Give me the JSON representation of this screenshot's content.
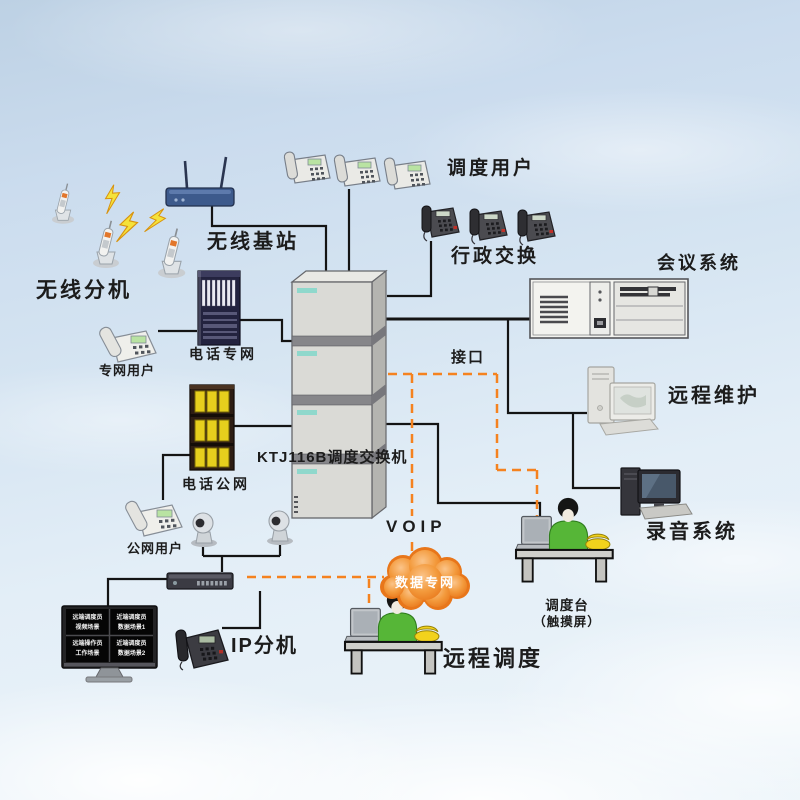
{
  "scene": {
    "type": "telecom dispatch system topology diagram",
    "background": "sky with clouds"
  },
  "labels": {
    "wireless_extension": "无线分机",
    "wireless_base_station": "无线基站",
    "dispatch_users": "调度用户",
    "admin_exchange": "行政交换",
    "conference_system": "会议系统",
    "phone_private_network": "电话专网",
    "private_network_user": "专网用户",
    "phone_public_network": "电话公网",
    "public_network_user": "公网用户",
    "main_switch": "KTJ116B调度交换机",
    "interface": "接口",
    "remote_maintenance": "远程维护",
    "recording_system": "录音系统",
    "voip": "VOIP",
    "data_private_network": "数据专网",
    "dispatch_console_line1": "调度台",
    "dispatch_console_line2": "（触摸屏）",
    "remote_dispatch": "远程调度",
    "ip_extension": "IP分机"
  },
  "monitor_screens": [
    {
      "line1": "远端调度员",
      "line2": "视频场景"
    },
    {
      "line1": "近端调度员",
      "line2": "数据场景1"
    },
    {
      "line1": "远端操作员",
      "line2": "工作场景"
    },
    {
      "line1": "近端调度员",
      "line2": "数据场景2"
    }
  ],
  "icons": [
    "wireless-router-icon",
    "cordless-phone-icon",
    "lightning-bolt-icon",
    "desk-phone-icon",
    "admin-phone-icon",
    "conference-unit-icon",
    "dispatch-switch-cabinet-icon",
    "telecom-rack-icon",
    "pstn-gateway-icon",
    "analog-phone-icon",
    "ptz-camera-icon",
    "lan-switch-icon",
    "quad-monitor-icon",
    "ip-phone-icon",
    "desktop-computer-icon",
    "operator-desk-icon",
    "data-cloud-icon"
  ],
  "colors": {
    "line_black": "#141414",
    "line_orange": "#f5821f",
    "cloud_orange": "#ee7f1c",
    "cabinet_gray": "#dadad6",
    "teal_chip": "#8fd8cc",
    "module_yellow": "#e6cf1d",
    "shirt_green": "#56b637",
    "phone_yellow": "#f2d21c",
    "sky_top": "#bdd1e4",
    "sky_bottom": "#edf5fa"
  }
}
